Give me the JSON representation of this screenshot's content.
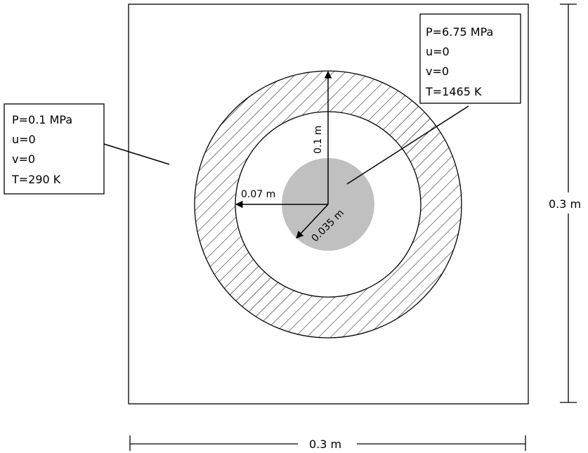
{
  "outer_box": {
    "lines": [
      "P=0.1 MPa",
      "u=0",
      "v=0",
      "T=290 K"
    ]
  },
  "inner_box": {
    "lines": [
      "P=6.75 MPa",
      "u=0",
      "v=0",
      "T=1465 K"
    ]
  },
  "dimensions": {
    "width": "0.3 m",
    "height": "0.3 m",
    "outer_radius": "0.1 m",
    "inner_radius": "0.07 m",
    "core_radius": "0.035 m"
  },
  "colors": {
    "core": "#c0c0c0",
    "stroke": "#000000"
  }
}
